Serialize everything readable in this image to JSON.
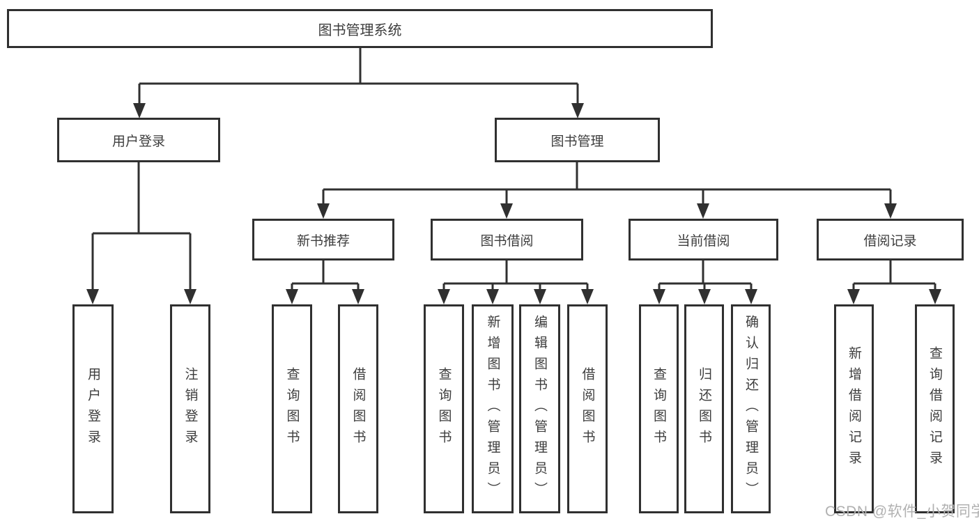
{
  "tree": {
    "label": "图书管理系统",
    "children": [
      {
        "label": "用户登录",
        "children": [
          {
            "label": "用户登录"
          },
          {
            "label": "注销登录"
          }
        ]
      },
      {
        "label": "图书管理",
        "children": [
          {
            "label": "新书推荐",
            "children": [
              {
                "label": "查询图书"
              },
              {
                "label": "借阅图书"
              }
            ]
          },
          {
            "label": "图书借阅",
            "children": [
              {
                "label": "查询图书"
              },
              {
                "label": "新增图书（管理员）"
              },
              {
                "label": "编辑图书（管理员）"
              },
              {
                "label": "借阅图书"
              }
            ]
          },
          {
            "label": "当前借阅",
            "children": [
              {
                "label": "查询图书"
              },
              {
                "label": "归还图书"
              },
              {
                "label": "确认归还（管理员）"
              }
            ]
          },
          {
            "label": "借阅记录",
            "children": [
              {
                "label": "新增借阅记录"
              },
              {
                "label": "查询借阅记录"
              }
            ]
          }
        ]
      }
    ]
  },
  "watermark": {
    "text": "CSDN @软件_小贺同学"
  },
  "colors": {
    "line": "#303030",
    "box_border": "#303030",
    "text": "#3d3d3d",
    "watermark": "#b1b1b1",
    "background": "#ffffff"
  }
}
